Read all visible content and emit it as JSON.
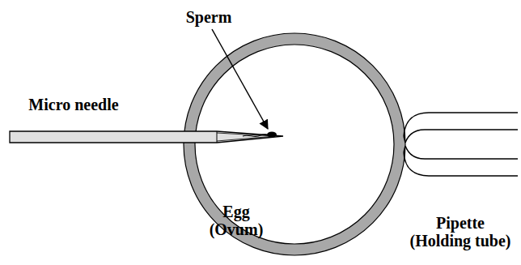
{
  "diagram": {
    "labels": [
      "Sperm",
      "Micro needle",
      "Egg (Ovum)",
      "Pipette (Holding tube)"
    ]
  }
}
